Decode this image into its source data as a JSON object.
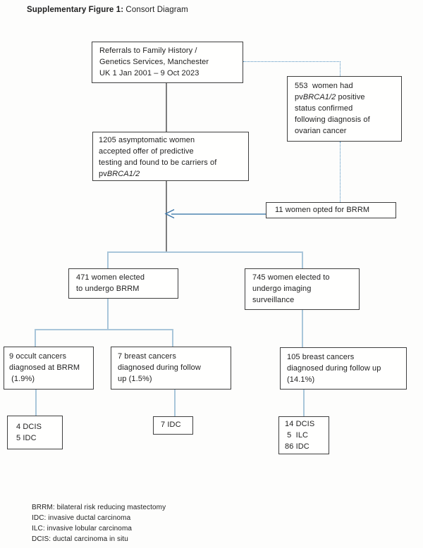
{
  "colors": {
    "text": "#1f1f1f",
    "box_border": "#3f3f3f",
    "connector_gray": "#7d7d7d",
    "connector_blue": "#a9c6da",
    "dotted_blue": "#4e8fbf",
    "arrow_blue": "#7aa3c4",
    "arrowhead_blue": "#3c76a8",
    "background": "#fdfdfc"
  },
  "title": {
    "bold": "Supplementary Figure 1:",
    "rest": " Consort Diagram"
  },
  "boxes": {
    "referrals": {
      "lines": [
        [
          {
            "t": "Referrals to Family History /"
          }
        ],
        [
          {
            "t": "Genetics Services, Manchester"
          }
        ],
        [
          {
            "t": "UK 1 Jan 2001 – 9 Oct 2023"
          }
        ]
      ]
    },
    "ovarian": {
      "lines": [
        [
          {
            "t": "553  women had"
          }
        ],
        [
          {
            "t": "pv"
          },
          {
            "t": "BRCA1/2",
            "i": true
          },
          {
            "t": " positive"
          }
        ],
        [
          {
            "t": "status confirmed"
          }
        ],
        [
          {
            "t": "following diagnosis of"
          }
        ],
        [
          {
            "t": "ovarian cancer"
          }
        ]
      ]
    },
    "predictive": {
      "lines": [
        [
          {
            "t": "1205 asymptomatic women"
          }
        ],
        [
          {
            "t": "accepted offer of predictive"
          }
        ],
        [
          {
            "t": "testing and found to be carriers of"
          }
        ],
        [
          {
            "t": "pv"
          },
          {
            "t": "BRCA1/2",
            "i": true
          }
        ]
      ]
    },
    "brrm_opted": {
      "lines": [
        [
          {
            "t": "11 women opted for BRRM"
          }
        ]
      ]
    },
    "elected_brrm": {
      "lines": [
        [
          {
            "t": "471 women elected"
          }
        ],
        [
          {
            "t": "to undergo BRRM"
          }
        ]
      ]
    },
    "surveillance": {
      "lines": [
        [
          {
            "t": "745 women elected to"
          }
        ],
        [
          {
            "t": "undergo imaging"
          }
        ],
        [
          {
            "t": "surveillance"
          }
        ]
      ]
    },
    "occult": {
      "lines": [
        [
          {
            "t": "9 occult cancers"
          }
        ],
        [
          {
            "t": "diagnosed at BRRM"
          }
        ],
        [
          {
            "t": " (1.9%)"
          }
        ]
      ]
    },
    "brrm_followup": {
      "lines": [
        [
          {
            "t": "7 breast cancers"
          }
        ],
        [
          {
            "t": "diagnosed during follow"
          }
        ],
        [
          {
            "t": "up (1.5%)"
          }
        ]
      ]
    },
    "surveillance_followup": {
      "lines": [
        [
          {
            "t": "105 breast cancers"
          }
        ],
        [
          {
            "t": "diagnosed during follow up"
          }
        ],
        [
          {
            "t": "(14.1%)"
          }
        ]
      ]
    },
    "occult_pathology": {
      "lines": [
        [
          {
            "t": "4 DCIS"
          }
        ],
        [
          {
            "t": "5 IDC"
          }
        ]
      ]
    },
    "brrm_pathology": {
      "lines": [
        [
          {
            "t": "7 IDC"
          }
        ]
      ]
    },
    "surveillance_pathology": {
      "lines": [
        [
          {
            "t": "14 DCIS"
          }
        ],
        [
          {
            "t": " 5  ILC"
          }
        ],
        [
          {
            "t": "86 IDC"
          }
        ]
      ]
    }
  },
  "legend": {
    "lines": [
      [
        {
          "t": "BRRM: bilateral risk reducing mastectomy"
        }
      ],
      [
        {
          "t": "IDC: invasive ductal carcinoma"
        }
      ],
      [
        {
          "t": "ILC: invasive lobular carcinoma"
        }
      ],
      [
        {
          "t": "DCIS: ductal carcinoma in situ"
        }
      ]
    ]
  }
}
